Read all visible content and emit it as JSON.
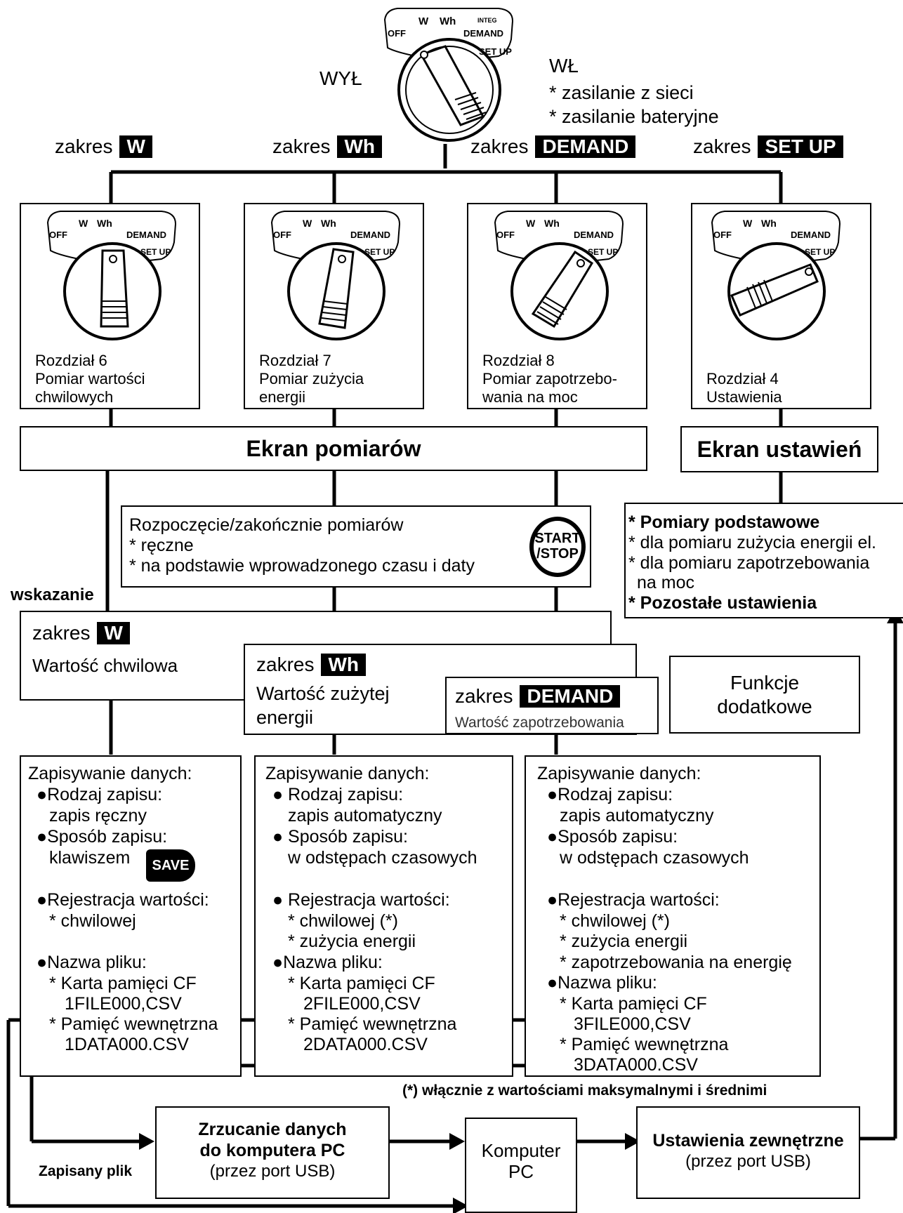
{
  "top": {
    "off_label": "WYŁ",
    "on_label": "WŁ",
    "on_items": [
      "* zasilanie z sieci",
      "* zasilanie bateryjne"
    ]
  },
  "dial_labels": {
    "off": "OFF",
    "w": "W",
    "wh": "Wh",
    "integ": "INTEG",
    "demand": "DEMAND",
    "setup": "SET UP"
  },
  "ranges": [
    {
      "prefix": "zakres",
      "tag": "W"
    },
    {
      "prefix": "zakres",
      "tag": "Wh"
    },
    {
      "prefix": "zakres",
      "tag": "DEMAND"
    },
    {
      "prefix": "zakres",
      "tag": "SET UP"
    }
  ],
  "chapters": [
    {
      "lines": [
        "Rozdział 6",
        "Pomiar wartości",
        "chwilowych"
      ]
    },
    {
      "lines": [
        "Rozdział 7",
        "Pomiar zużycia",
        "energii"
      ]
    },
    {
      "lines": [
        "Rozdział 8",
        "Pomiar zapotrzebo-",
        "wania na moc"
      ]
    },
    {
      "lines": [
        "Rozdział 4",
        "Ustawienia"
      ]
    }
  ],
  "screens": {
    "measure": "Ekran pomiarów",
    "settings": "Ekran ustawień"
  },
  "start_box": {
    "title": "Rozpoczęcie/zakończnie pomiarów",
    "items": [
      "* ręczne",
      "* na podstawie wprowadzonego czasu i daty"
    ],
    "icon_text": [
      "START",
      "/STOP"
    ]
  },
  "settings_box": {
    "line1": "* Pomiary podstawowe",
    "line2": "* dla pomiaru zużycia energii el.",
    "line3": "* dla pomiaru zapotrzebowania",
    "line4": "na moc",
    "line5": "* Pozostałe ustawienia"
  },
  "indication_label": "wskazanie",
  "display_boxes": [
    {
      "prefix": "zakres",
      "tag": "W",
      "text": "Wartość chwilowa"
    },
    {
      "prefix": "zakres",
      "tag": "Wh",
      "text": [
        "Wartość zużytej",
        "energii"
      ]
    },
    {
      "prefix": "zakres",
      "tag": "DEMAND",
      "text": "Wartość zapotrzebowania"
    }
  ],
  "extra_functions": [
    "Funkcje",
    "dodatkowe"
  ],
  "data_boxes": [
    {
      "lines": [
        "Zapisywanie danych:",
        "●Rodzaj zapisu:",
        "zapis ręczny",
        "●Sposób zapisu:",
        "klawiszem",
        "●Rejestracja wartości:",
        "* chwilowej",
        "●Nazwa pliku:",
        "* Karta pamięci CF",
        "1FILE000,CSV",
        "* Pamięć wewnętrzna",
        "1DATA000.CSV"
      ],
      "save_icon": "SAVE"
    },
    {
      "lines": [
        "Zapisywanie danych:",
        "● Rodzaj zapisu:",
        "zapis automatyczny",
        "● Sposób zapisu:",
        "w odstępach czasowych",
        "● Rejestracja wartości:",
        "* chwilowej (*)",
        "* zużycia energii",
        "●Nazwa pliku:",
        "* Karta pamięci CF",
        "2FILE000,CSV",
        "* Pamięć wewnętrzna",
        "2DATA000.CSV"
      ]
    },
    {
      "lines": [
        "Zapisywanie danych:",
        "●Rodzaj zapisu:",
        "zapis automatyczny",
        "●Sposób zapisu:",
        "w odstępach czasowych",
        "●Rejestracja wartości:",
        "* chwilowej (*)",
        "* zużycia energii",
        "* zapotrzebowania na energię",
        "●Nazwa pliku:",
        "* Karta pamięci CF",
        "3FILE000,CSV",
        "* Pamięć wewnętrzna",
        "3DATA000.CSV"
      ]
    }
  ],
  "footnote": "(*) włącznie z wartościami maksymalnymi i średnimi",
  "bottom": {
    "saved_file": "Zapisany plik",
    "download": [
      "Zrzucanie danych",
      "do komputera PC",
      "(przez port USB)"
    ],
    "pc": [
      "Komputer",
      "PC"
    ],
    "external": [
      "Ustawienia zewnętrzne",
      "(przez port USB)"
    ]
  }
}
